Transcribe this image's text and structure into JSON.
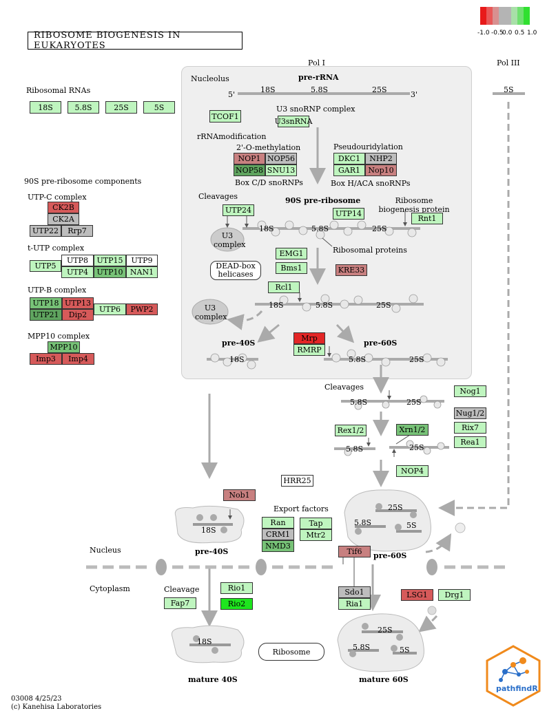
{
  "title": "RIBOSOME BIOGENESIS IN EUKARYOTES",
  "legend": {
    "labels": [
      "-1.0",
      "-0.5",
      "0.0",
      "0.5",
      "1.0"
    ],
    "colors": [
      "#e81a1a",
      "#e85858",
      "#d89090",
      "#b4b4b4",
      "#b4b4b4",
      "#a8e0a8",
      "#70e070",
      "#30e030"
    ]
  },
  "labels": {
    "pol1": "Pol I",
    "pol3": "Pol III",
    "nucleolus": "Nucleolus",
    "pre_rrna": "pre-rRNA",
    "five_prime": "5'",
    "three_prime": "3'",
    "r18s": "18S",
    "r58s": "5.8S",
    "r25s": "25S",
    "r5s": "5S",
    "ribosomal_rnas": "Ribosomal RNAs",
    "u3_snornp": "U3 snoRNP  complex",
    "rrna_mod": "rRNAmodification",
    "methylation": "2'-O-methylation",
    "box_cd": "Box C/D snoRNPs",
    "pseudouridylation": "Pseudouridylation",
    "box_haca": "Box H/ACA snoRNPs",
    "pre90s_components": "90S pre-ribosome components",
    "utpc": "UTP-C complex",
    "tutp": "t-UTP complex",
    "utpb": "UTP-B complex",
    "mpp10": "MPP10 complex",
    "cleavages": "Cleavages",
    "pre90s": "90S pre-ribosome",
    "rb_protein": "Ribosome biogenesis protein",
    "u3_complex": "U3 complex",
    "ribosomal_proteins": "Ribosomal proteins",
    "dead_box": "DEAD-box helicases",
    "pre40s": "pre-40S",
    "pre60s": "pre-60S",
    "export_factors": "Export factors",
    "nucleus": "Nucleus",
    "cytoplasm": "Cytoplasm",
    "cleavage": "Cleavage",
    "ribosome": "Ribosome",
    "mature40s": "mature 40S",
    "mature60s": "mature 60S",
    "footer_id": "03008 4/25/23",
    "footer_copy": "(c) Kanehisa Laboratories",
    "badge": "pathfindR"
  },
  "nodes": {
    "r18s": "18S",
    "r58s": "5.8S",
    "r25s": "25S",
    "r5s": "5S",
    "tcof1": "TCOF1",
    "u3snrna": "U3snRNA",
    "nop1": "NOP1",
    "nop56": "NOP56",
    "nop58": "NOP58",
    "snu13": "SNU13",
    "dkc1": "DKC1",
    "nhp2": "NHP2",
    "gar1": "GAR1",
    "nop10": "Nop10",
    "ck2b": "CK2B",
    "ck2a": "CK2A",
    "utp22": "UTP22",
    "rrp7": "Rrp7",
    "utp5": "UTP5",
    "utp8": "UTP8",
    "utp15": "UTP15",
    "utp9": "UTP9",
    "utp4": "UTP4",
    "utp10": "UTP10",
    "nan1": "NAN1",
    "utp18": "UTP18",
    "utp13": "UTP13",
    "utp21": "UTP21",
    "dip2": "Dip2",
    "utp6": "UTP6",
    "pwp2": "PWP2",
    "mpp10": "MPP10",
    "imp3": "Imp3",
    "imp4": "Imp4",
    "utp24": "UTP24",
    "utp14": "UTP14",
    "rnt1": "Rnt1",
    "emg1": "EMG1",
    "bms1": "Bms1",
    "kre33": "KRE33",
    "rcl1": "Rcl1",
    "mrp": "Mrp",
    "rmrp": "RMRP",
    "nog1": "Nog1",
    "nug1": "Nug1/2",
    "rix7": "Rix7",
    "rea1": "Rea1",
    "rex1": "Rex1/2",
    "xrn1": "Xrn1/2",
    "nop4": "NOP4",
    "hrr25": "HRR25",
    "nob1": "Nob1",
    "ran": "Ran",
    "crm1": "CRM1",
    "nmd3": "NMD3",
    "tap": "Tap",
    "mtr2": "Mtr2",
    "tif6": "Tif6",
    "rio1": "Rio1",
    "rio2": "Rio2",
    "fap7": "Fap7",
    "sdo1": "Sdo1",
    "ria1": "Ria1",
    "lsg1": "LSG1",
    "drg1": "Drg1"
  }
}
